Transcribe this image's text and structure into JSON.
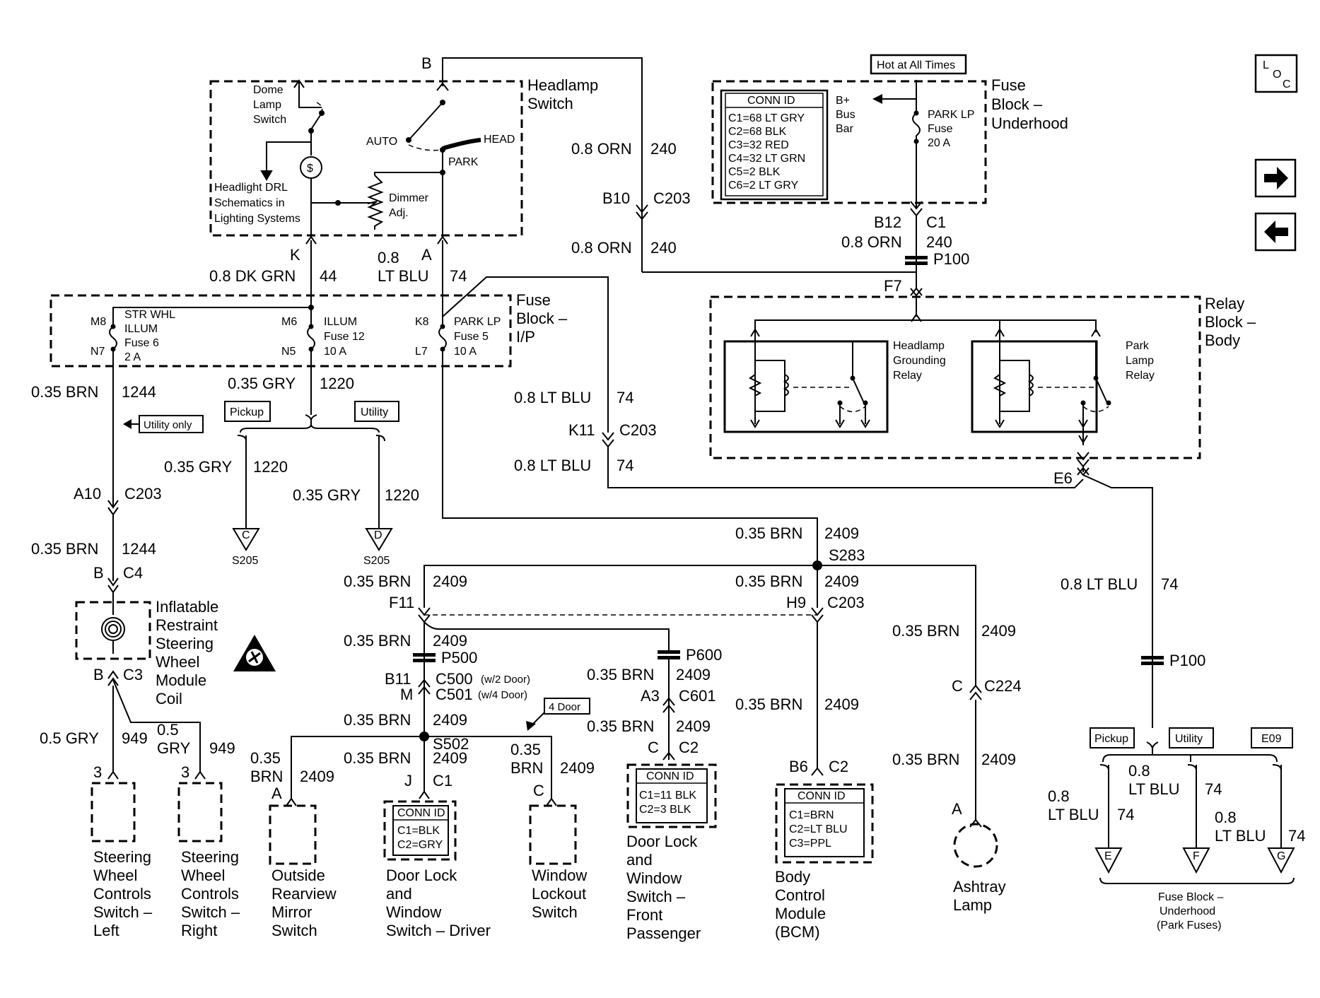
{
  "headlamp_switch": {
    "title": [
      "Headlamp",
      "Switch"
    ],
    "dome_lamp_switch": [
      "Dome",
      "Lamp",
      "Switch"
    ],
    "auto": "AUTO",
    "head": "HEAD",
    "park": "PARK",
    "drl_note": [
      "Headlight DRL",
      "Schematics in",
      "Lighting Systems"
    ],
    "dimmer": [
      "Dimmer",
      "Adj."
    ],
    "pins": {
      "b": "B",
      "k": "K",
      "a": "A"
    }
  },
  "fuse_block_underhood": {
    "title": [
      "Fuse",
      "Block –",
      "Underhood"
    ],
    "hot_label": "Hot at All Times",
    "conn_id": {
      "title": "CONN ID",
      "rows": [
        "C1=68 LT GRY",
        "C2=68 BLK",
        "C3=32 RED",
        "C4=32 LT GRN",
        "C5=2 BLK",
        "C6=2 LT GRY"
      ]
    },
    "bus_bar": [
      "B+",
      "Bus",
      "Bar"
    ],
    "fuse": [
      "PARK LP",
      "Fuse",
      "20 A"
    ]
  },
  "fuse_block_ip": {
    "title": [
      "Fuse",
      "Block –",
      "I/P"
    ],
    "str_whl": [
      "STR WHL",
      "ILLUM",
      "Fuse 6",
      "2 A"
    ],
    "illum": [
      "ILLUM",
      "Fuse 12",
      "10 A"
    ],
    "park_lp": [
      "PARK LP",
      "Fuse 5",
      "10 A"
    ],
    "pins": {
      "m8": "M8",
      "n7": "N7",
      "m6": "M6",
      "n5": "N5",
      "k8": "K8",
      "l7": "L7"
    }
  },
  "relay_block": {
    "title": [
      "Relay",
      "Block –",
      "Body"
    ],
    "grounding_relay": [
      "Headlamp",
      "Grounding",
      "Relay"
    ],
    "park_relay": [
      "Park",
      "Lamp",
      "Relay"
    ]
  },
  "loc_icon": {
    "l": "L",
    "o": "O",
    "c": "C"
  },
  "nav": {
    "forward": "right-arrow",
    "back": "left-arrow"
  },
  "wires": {
    "w240_top": {
      "size": "0.8 ORN",
      "circuit": "240"
    },
    "c203_b10": {
      "pin": "B10",
      "conn": "C203"
    },
    "w240_mid": {
      "size": "0.8 ORN",
      "circuit": "240"
    },
    "b12_c1": {
      "pin": "B12",
      "conn": "C1"
    },
    "w240_fuse": {
      "size": "0.8 ORN",
      "circuit": "240"
    },
    "p100_top": "P100",
    "f7": "F7",
    "k_wire": {
      "size": "0.8 DK GRN",
      "circuit": "44"
    },
    "a_wire": {
      "size1": "0.8",
      "size2": "LT BLU",
      "circuit": "74"
    },
    "w1244_top": {
      "size": "0.35 BRN",
      "circuit": "1244"
    },
    "w1220_top": {
      "size": "0.35 GRY",
      "circuit": "1220"
    },
    "w74_k11_top": {
      "size": "0.8 LT BLU",
      "circuit": "74"
    },
    "k11": {
      "pin": "K11",
      "conn": "C203"
    },
    "w74_k11_bot": {
      "size": "0.8 LT BLU",
      "circuit": "74"
    },
    "e6": "E6",
    "utility_only": "Utility only",
    "pickup": "Pickup",
    "utility": "Utility",
    "w1220_c": {
      "size": "0.35 GRY",
      "circuit": "1220"
    },
    "w1220_d": {
      "size": "0.35 GRY",
      "circuit": "1220"
    },
    "s205_c": {
      "letter": "C",
      "splice": "S205"
    },
    "s205_d": {
      "letter": "D",
      "splice": "S205"
    },
    "a10": {
      "pin": "A10",
      "conn": "C203"
    },
    "w1244_mid": {
      "size": "0.35 BRN",
      "circuit": "1244"
    },
    "b_c4": {
      "pin": "B",
      "conn": "C4"
    },
    "b_c3": {
      "pin": "B",
      "conn": "C3"
    },
    "w2409_s283": {
      "size": "0.35 BRN",
      "circuit": "2409",
      "splice": "S283"
    },
    "w2409_f11": {
      "size": "0.35 BRN",
      "circuit": "2409",
      "pin": "F11"
    },
    "w2409_h9": {
      "size": "0.35 BRN",
      "circuit": "2409",
      "pin": "H9",
      "conn": "C203"
    },
    "w74_right": {
      "size": "0.8 LT BLU",
      "circuit": "74"
    },
    "w2409_p500": {
      "size": "0.35 BRN",
      "circuit": "2409",
      "splice": "P500"
    },
    "p600": "P600",
    "c500": {
      "b11": "B11",
      "c500": "C500",
      "c500_note": "(w/2 Door)",
      "m": "M",
      "c501": "C501",
      "c501_note": "(w/4 Door)"
    },
    "w2409_p600": {
      "size": "0.35 BRN",
      "circuit": "2409"
    },
    "a3": {
      "pin": "A3",
      "conn": "C601"
    },
    "w2409_ashtray_top": {
      "size": "0.35 BRN",
      "circuit": "2409"
    },
    "c224": {
      "pin": "C",
      "conn": "C224"
    },
    "w2409_s502_top": {
      "size": "0.35 BRN",
      "circuit": "2409"
    },
    "four_door": "4 Door",
    "w2409_c2": {
      "size": "0.35 BRN",
      "circuit": "2409",
      "pin": "C",
      "conn": "C2"
    },
    "w2409_bcm": {
      "size": "0.35 BRN",
      "circuit": "2409"
    },
    "p100_bot": "P100",
    "w949_left": {
      "size": "0.5 GRY",
      "circuit": "949"
    },
    "w949_right": {
      "size1": "0.5",
      "size2": "GRY",
      "circuit": "949"
    },
    "w2409_mirror": {
      "size1": "0.35",
      "size2": "BRN",
      "circuit": "2409",
      "pin": "A"
    },
    "w2409_j": {
      "size": "0.35 BRN",
      "circuit": "2409",
      "pin": "J",
      "conn": "C1",
      "splice": "S502"
    },
    "w2409_lockout": {
      "size1": "0.35",
      "size2": "BRN",
      "circuit": "2409",
      "pin": "C"
    },
    "b6": {
      "pin": "B6",
      "conn": "C2"
    },
    "w2409_ashtray": {
      "size": "0.35 BRN",
      "circuit": "2409",
      "pin": "A"
    },
    "pickup2": "Pickup",
    "utility2": "Utility",
    "e09": "E09",
    "w74_e": {
      "size1": "0.8",
      "size2": "LT BLU",
      "circuit": "74",
      "letter": "E"
    },
    "w74_f": {
      "size1": "0.8",
      "size2": "LT BLU",
      "circuit": "74",
      "letter": "F"
    },
    "w74_g": {
      "size1": "0.8",
      "size2": "LT BLU",
      "circuit": "74",
      "letter": "G"
    }
  },
  "components": {
    "airbag": [
      "Inflatable",
      "Restraint",
      "Steering",
      "Wheel",
      "Module",
      "Coil"
    ],
    "swc_left": [
      "Steering",
      "Wheel",
      "Controls",
      "Switch –",
      "Left"
    ],
    "swc_right": [
      "Steering",
      "Wheel",
      "Controls",
      "Switch –",
      "Right"
    ],
    "mirror": [
      "Outside",
      "Rearview",
      "Mirror",
      "Switch"
    ],
    "door_driver": [
      "Door Lock",
      "and",
      "Window",
      "Switch – Driver"
    ],
    "lockout": [
      "Window",
      "Lockout",
      "Switch"
    ],
    "door_pass": [
      "Door Lock",
      "and",
      "Window",
      "Switch –",
      "Front",
      "Passenger"
    ],
    "bcm": [
      "Body",
      "Control",
      "Module",
      "(BCM)"
    ],
    "ashtray": [
      "Ashtray",
      "Lamp"
    ],
    "fuse_park": [
      "Fuse Block –",
      "Underhood",
      "(Park Fuses)"
    ],
    "pin3_left": "3",
    "pin3_right": "3",
    "conn_driver": {
      "title": "CONN ID",
      "rows": [
        "C1=BLK",
        "C2=GRY"
      ]
    },
    "conn_pass": {
      "title": "CONN ID",
      "rows": [
        "C1=11 BLK",
        "C2=3 BLK"
      ]
    },
    "conn_bcm": {
      "title": "CONN ID",
      "rows": [
        "C1=BRN",
        "C2=LT BLU",
        "C3=PPL"
      ]
    }
  }
}
